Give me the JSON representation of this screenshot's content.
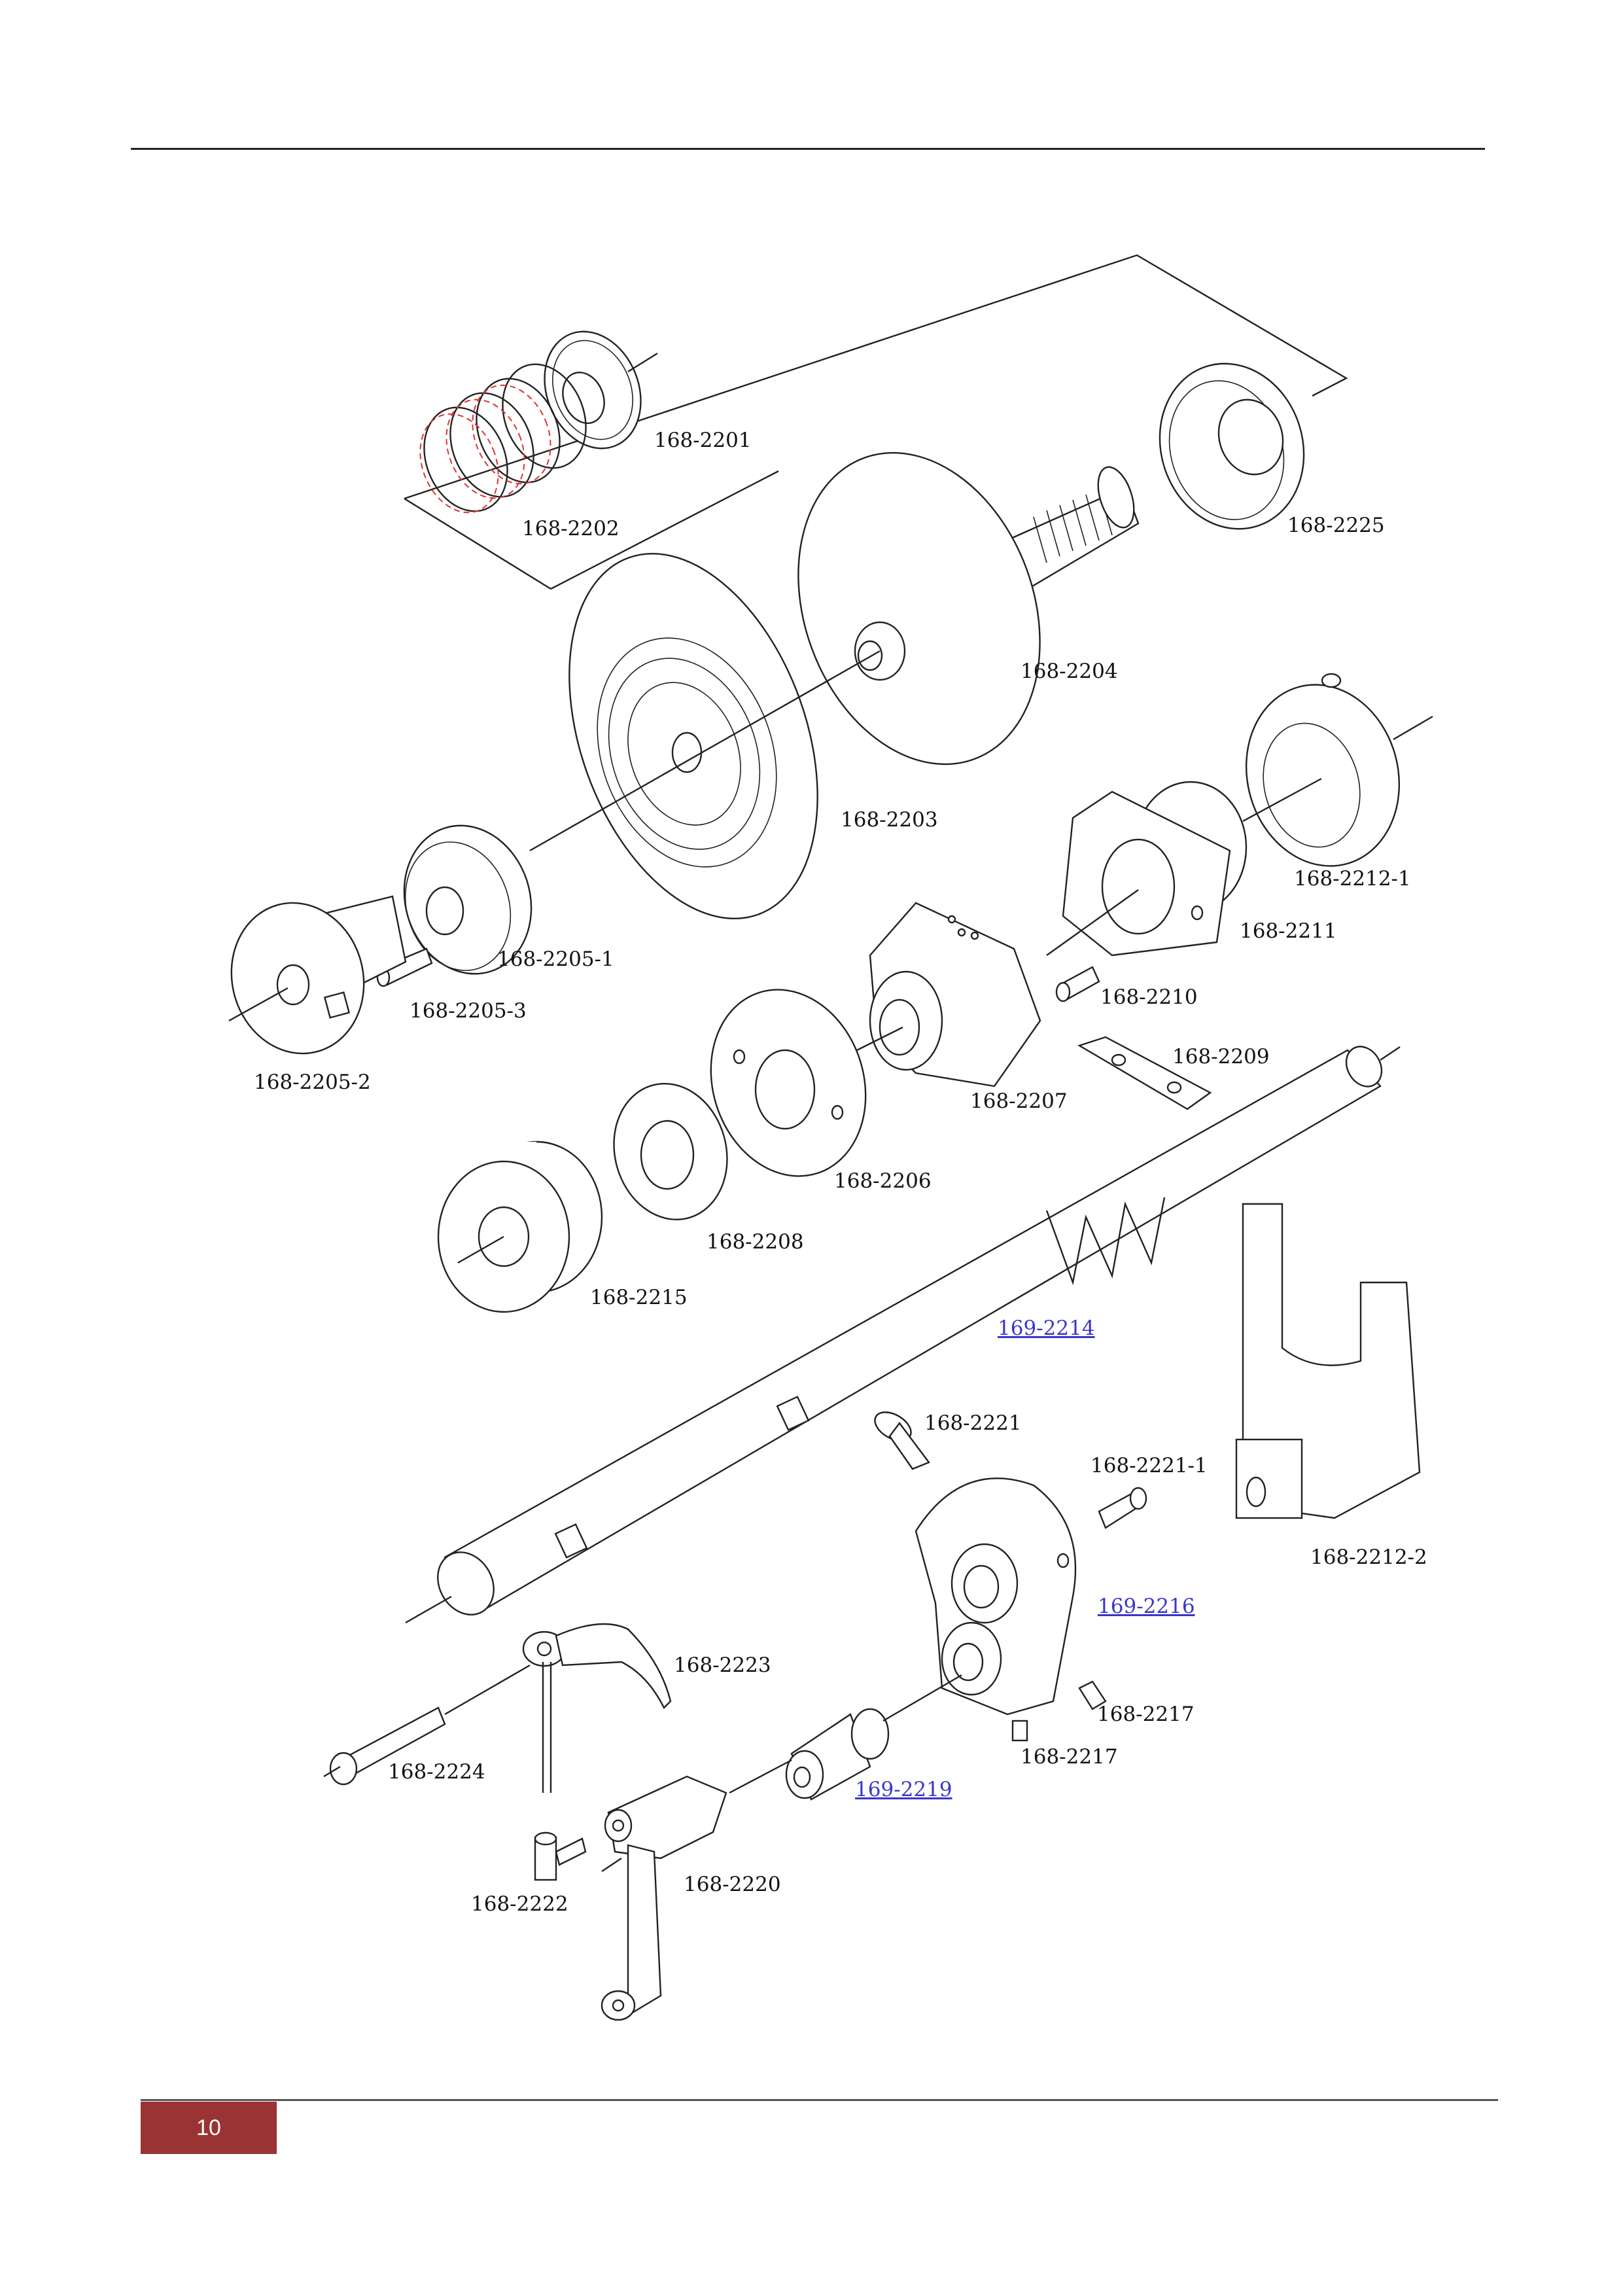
{
  "page_number": "10",
  "parts": [
    {
      "id": "p2201",
      "label": "168-2201",
      "link": false
    },
    {
      "id": "p2202",
      "label": "168-2202",
      "link": false
    },
    {
      "id": "p2225",
      "label": "168-2225",
      "link": false
    },
    {
      "id": "p2204",
      "label": "168-2204",
      "link": false
    },
    {
      "id": "p2203",
      "label": "168-2203",
      "link": false
    },
    {
      "id": "p2212_1",
      "label": "168-2212-1",
      "link": false
    },
    {
      "id": "p2211",
      "label": "168-2211",
      "link": false
    },
    {
      "id": "p2205_1",
      "label": "168-2205-1",
      "link": false
    },
    {
      "id": "p2205_3",
      "label": "168-2205-3",
      "link": false
    },
    {
      "id": "p2210",
      "label": "168-2210",
      "link": false
    },
    {
      "id": "p2205_2",
      "label": "168-2205-2",
      "link": false
    },
    {
      "id": "p2209",
      "label": "168-2209",
      "link": false
    },
    {
      "id": "p2207",
      "label": "168-2207",
      "link": false
    },
    {
      "id": "p2206",
      "label": "168-2206",
      "link": false
    },
    {
      "id": "p2208",
      "label": "168-2208",
      "link": false
    },
    {
      "id": "p2215",
      "label": "168-2215",
      "link": false
    },
    {
      "id": "p2214",
      "label": "169-2214",
      "link": true
    },
    {
      "id": "p2221",
      "label": "168-2221",
      "link": false
    },
    {
      "id": "p2221_1",
      "label": "168-2221-1",
      "link": false
    },
    {
      "id": "p2212_2",
      "label": "168-2212-2",
      "link": false
    },
    {
      "id": "p2216",
      "label": "169-2216",
      "link": true
    },
    {
      "id": "p2223",
      "label": "168-2223",
      "link": false
    },
    {
      "id": "p2217a",
      "label": "168-2217",
      "link": false
    },
    {
      "id": "p2217b",
      "label": "168-2217",
      "link": false
    },
    {
      "id": "p2224",
      "label": "168-2224",
      "link": false
    },
    {
      "id": "p2219",
      "label": "169-2219",
      "link": true
    },
    {
      "id": "p2220",
      "label": "168-2220",
      "link": false
    },
    {
      "id": "p2222",
      "label": "168-2222",
      "link": false
    }
  ]
}
